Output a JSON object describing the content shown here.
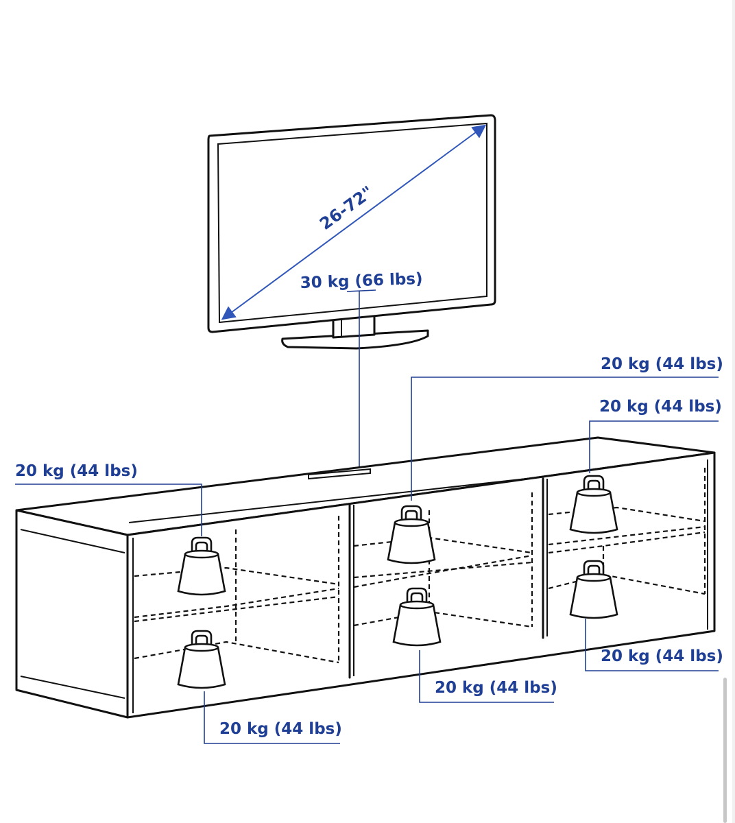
{
  "diagram": {
    "screen_size_label": "26-72\"",
    "tv_load_label": "30 kg (66 lbs)",
    "compartment_loads": [
      {
        "id": "left-top",
        "label": "20 kg (44 lbs)"
      },
      {
        "id": "left-bottom",
        "label": "20 kg (44 lbs)"
      },
      {
        "id": "middle-top",
        "label": "20 kg (44 lbs)"
      },
      {
        "id": "middle-bottom",
        "label": "20 kg (44 lbs)"
      },
      {
        "id": "right-top",
        "label": "20 kg (44 lbs)"
      },
      {
        "id": "right-bottom",
        "label": "20 kg (44 lbs)"
      }
    ],
    "colors": {
      "annotation": "#1f3f94",
      "ink": "#111111",
      "background": "#ffffff"
    },
    "icons": [
      "tv-icon",
      "weight-icon",
      "double-arrow-icon"
    ]
  }
}
